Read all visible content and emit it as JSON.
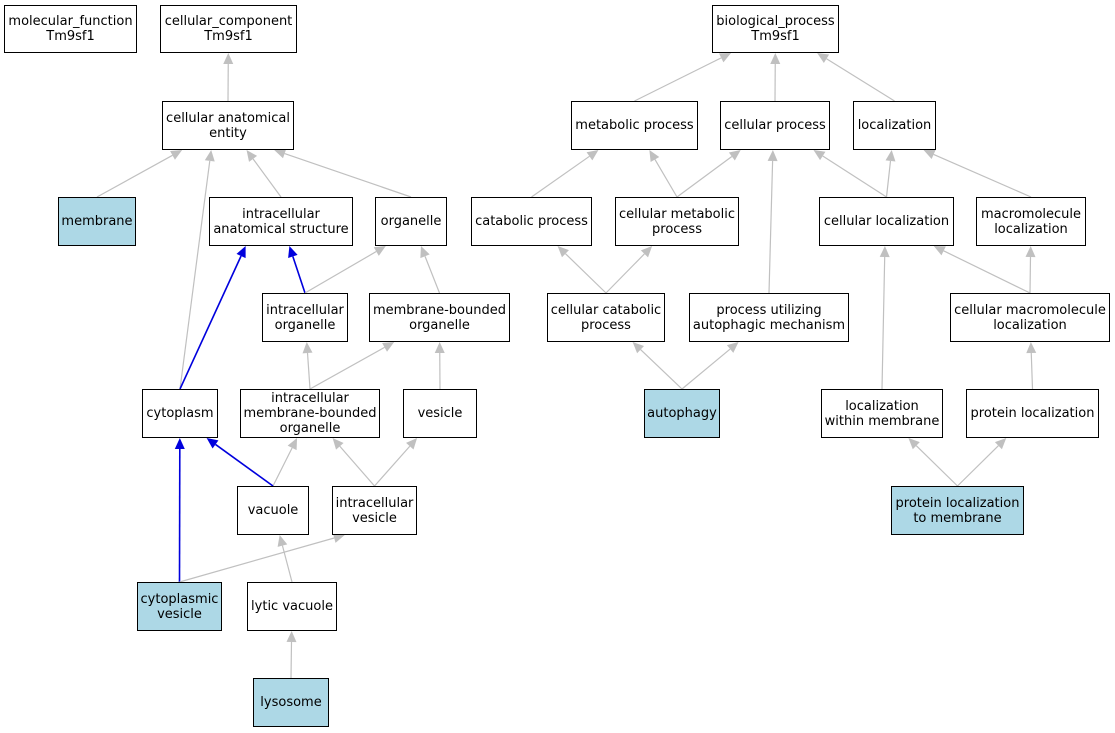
{
  "nodes": {
    "molecular_function": {
      "lines": [
        "molecular_function",
        "Tm9sf1"
      ],
      "highlight": false
    },
    "cellular_component": {
      "lines": [
        "cellular_component",
        "Tm9sf1"
      ],
      "highlight": false
    },
    "biological_process": {
      "lines": [
        "biological_process",
        "Tm9sf1"
      ],
      "highlight": false
    },
    "cellular_anatomical_entity": {
      "lines": [
        "cellular anatomical",
        "entity"
      ],
      "highlight": false
    },
    "metabolic_process": {
      "lines": [
        "metabolic process"
      ],
      "highlight": false
    },
    "cellular_process": {
      "lines": [
        "cellular process"
      ],
      "highlight": false
    },
    "localization": {
      "lines": [
        "localization"
      ],
      "highlight": false
    },
    "membrane": {
      "lines": [
        "membrane"
      ],
      "highlight": true
    },
    "intracellular_anatomical_structure": {
      "lines": [
        "intracellular",
        "anatomical structure"
      ],
      "highlight": false
    },
    "organelle": {
      "lines": [
        "organelle"
      ],
      "highlight": false
    },
    "catabolic_process": {
      "lines": [
        "catabolic process"
      ],
      "highlight": false
    },
    "cellular_metabolic_process": {
      "lines": [
        "cellular metabolic",
        "process"
      ],
      "highlight": false
    },
    "cellular_localization": {
      "lines": [
        "cellular localization"
      ],
      "highlight": false
    },
    "macromolecule_localization": {
      "lines": [
        "macromolecule",
        "localization"
      ],
      "highlight": false
    },
    "intracellular_organelle": {
      "lines": [
        "intracellular",
        "organelle"
      ],
      "highlight": false
    },
    "membrane_bounded_organelle": {
      "lines": [
        "membrane-bounded",
        "organelle"
      ],
      "highlight": false
    },
    "cellular_catabolic_process": {
      "lines": [
        "cellular catabolic",
        "process"
      ],
      "highlight": false
    },
    "process_utilizing_autophagic_mechanism": {
      "lines": [
        "process utilizing",
        "autophagic mechanism"
      ],
      "highlight": false
    },
    "cellular_macromolecule_localization": {
      "lines": [
        "cellular macromolecule",
        "localization"
      ],
      "highlight": false
    },
    "cytoplasm": {
      "lines": [
        "cytoplasm"
      ],
      "highlight": false
    },
    "intracellular_membrane_bounded_organelle": {
      "lines": [
        "intracellular",
        "membrane-bounded",
        "organelle"
      ],
      "highlight": false
    },
    "vesicle": {
      "lines": [
        "vesicle"
      ],
      "highlight": false
    },
    "autophagy": {
      "lines": [
        "autophagy"
      ],
      "highlight": true
    },
    "localization_within_membrane": {
      "lines": [
        "localization",
        "within membrane"
      ],
      "highlight": false
    },
    "protein_localization": {
      "lines": [
        "protein localization"
      ],
      "highlight": false
    },
    "vacuole": {
      "lines": [
        "vacuole"
      ],
      "highlight": false
    },
    "intracellular_vesicle": {
      "lines": [
        "intracellular",
        "vesicle"
      ],
      "highlight": false
    },
    "protein_localization_to_membrane": {
      "lines": [
        "protein localization",
        "to membrane"
      ],
      "highlight": true
    },
    "cytoplasmic_vesicle": {
      "lines": [
        "cytoplasmic",
        "vesicle"
      ],
      "highlight": true
    },
    "lytic_vacuole": {
      "lines": [
        "lytic vacuole"
      ],
      "highlight": false
    },
    "lysosome": {
      "lines": [
        "lysosome"
      ],
      "highlight": true
    }
  },
  "edges": [
    {
      "from": "cellular_anatomical_entity",
      "to": "cellular_component",
      "kind": "is_a"
    },
    {
      "from": "membrane",
      "to": "cellular_anatomical_entity",
      "kind": "is_a"
    },
    {
      "from": "intracellular_anatomical_structure",
      "to": "cellular_anatomical_entity",
      "kind": "is_a"
    },
    {
      "from": "organelle",
      "to": "cellular_anatomical_entity",
      "kind": "is_a"
    },
    {
      "from": "cytoplasm",
      "to": "cellular_anatomical_entity",
      "kind": "is_a"
    },
    {
      "from": "cytoplasm",
      "to": "intracellular_anatomical_structure",
      "kind": "part_of"
    },
    {
      "from": "intracellular_organelle",
      "to": "intracellular_anatomical_structure",
      "kind": "part_of"
    },
    {
      "from": "intracellular_organelle",
      "to": "organelle",
      "kind": "is_a"
    },
    {
      "from": "membrane_bounded_organelle",
      "to": "organelle",
      "kind": "is_a"
    },
    {
      "from": "intracellular_membrane_bounded_organelle",
      "to": "intracellular_organelle",
      "kind": "is_a"
    },
    {
      "from": "intracellular_membrane_bounded_organelle",
      "to": "membrane_bounded_organelle",
      "kind": "is_a"
    },
    {
      "from": "vesicle",
      "to": "membrane_bounded_organelle",
      "kind": "is_a"
    },
    {
      "from": "vacuole",
      "to": "intracellular_membrane_bounded_organelle",
      "kind": "is_a"
    },
    {
      "from": "vacuole",
      "to": "cytoplasm",
      "kind": "part_of"
    },
    {
      "from": "intracellular_vesicle",
      "to": "intracellular_membrane_bounded_organelle",
      "kind": "is_a"
    },
    {
      "from": "intracellular_vesicle",
      "to": "vesicle",
      "kind": "is_a"
    },
    {
      "from": "cytoplasmic_vesicle",
      "to": "cytoplasm",
      "kind": "part_of"
    },
    {
      "from": "cytoplasmic_vesicle",
      "to": "intracellular_vesicle",
      "kind": "is_a"
    },
    {
      "from": "lytic_vacuole",
      "to": "vacuole",
      "kind": "is_a"
    },
    {
      "from": "lysosome",
      "to": "lytic_vacuole",
      "kind": "is_a"
    },
    {
      "from": "metabolic_process",
      "to": "biological_process",
      "kind": "is_a"
    },
    {
      "from": "cellular_process",
      "to": "biological_process",
      "kind": "is_a"
    },
    {
      "from": "localization",
      "to": "biological_process",
      "kind": "is_a"
    },
    {
      "from": "catabolic_process",
      "to": "metabolic_process",
      "kind": "is_a"
    },
    {
      "from": "cellular_metabolic_process",
      "to": "metabolic_process",
      "kind": "is_a"
    },
    {
      "from": "cellular_metabolic_process",
      "to": "cellular_process",
      "kind": "is_a"
    },
    {
      "from": "cellular_localization",
      "to": "cellular_process",
      "kind": "is_a"
    },
    {
      "from": "cellular_localization",
      "to": "localization",
      "kind": "is_a"
    },
    {
      "from": "macromolecule_localization",
      "to": "localization",
      "kind": "is_a"
    },
    {
      "from": "cellular_catabolic_process",
      "to": "catabolic_process",
      "kind": "is_a"
    },
    {
      "from": "cellular_catabolic_process",
      "to": "cellular_metabolic_process",
      "kind": "is_a"
    },
    {
      "from": "process_utilizing_autophagic_mechanism",
      "to": "cellular_process",
      "kind": "is_a"
    },
    {
      "from": "cellular_macromolecule_localization",
      "to": "cellular_localization",
      "kind": "is_a"
    },
    {
      "from": "cellular_macromolecule_localization",
      "to": "macromolecule_localization",
      "kind": "is_a"
    },
    {
      "from": "autophagy",
      "to": "cellular_catabolic_process",
      "kind": "is_a"
    },
    {
      "from": "autophagy",
      "to": "process_utilizing_autophagic_mechanism",
      "kind": "is_a"
    },
    {
      "from": "localization_within_membrane",
      "to": "cellular_localization",
      "kind": "is_a"
    },
    {
      "from": "protein_localization",
      "to": "cellular_macromolecule_localization",
      "kind": "is_a"
    },
    {
      "from": "protein_localization_to_membrane",
      "to": "localization_within_membrane",
      "kind": "is_a"
    },
    {
      "from": "protein_localization_to_membrane",
      "to": "protein_localization",
      "kind": "is_a"
    }
  ],
  "colors": {
    "highlight_fill": "#add8e6",
    "node_fill": "#ffffff",
    "node_border": "#000000",
    "is_a_edge": "#c0c0c0",
    "part_of_edge": "#0000dd"
  }
}
